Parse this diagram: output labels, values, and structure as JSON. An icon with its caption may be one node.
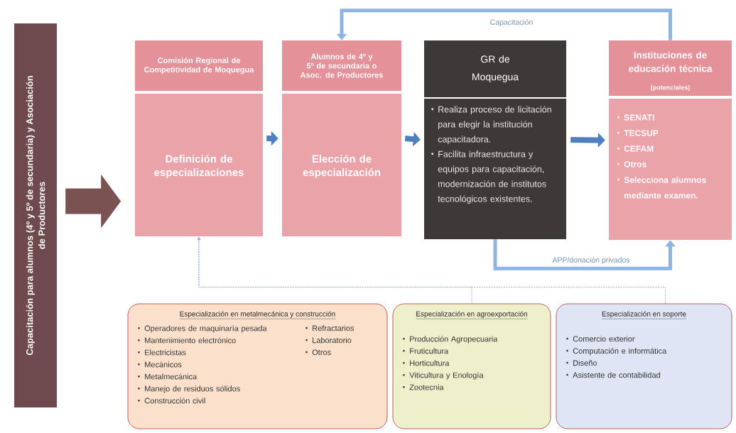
{
  "diagram": {
    "nodes": [
      {
        "text": [
          "Capacitación para alumnos (4º y 5º de secundaria) y Asociación de Productores"
        ]
      },
      {
        "text": [
          "Comisión Regional de Competitividad de Moquegua",
          "Definición de especializaciones"
        ]
      },
      {
        "text": [
          "Alumnos de 4º y 5º de secundaria o Asoc. de Productores",
          "Elección de especialización"
        ]
      },
      {
        "text": [
          "GR de Moquegua",
          "Realiza proceso de licitación para elegir la institución capacitadora.",
          "Facilita infraestructura y equipos para capacitación, modernización de institutos tecnológicos existentes."
        ]
      },
      {
        "text": [
          "Instituciones de educación técnica",
          "(potenciales)",
          "SENATI",
          "TECSUP",
          "CEFAM",
          "Otros",
          "Selecciona alumnos mediante examen."
        ]
      },
      {
        "text": [
          "Especialización en metalmecánica y construcción",
          "Operadores de maquinaría pesada",
          "Mantenimiento electrónico",
          "Electricistas",
          "Mecánicos",
          "Metalmecánica",
          "Manejo de residuos sólidos",
          "Construcción civil",
          "Refractarios",
          "Laboratorio",
          "Otros"
        ]
      },
      {
        "text": [
          "Especialización en agroexportación",
          "Producción Agropecuaria",
          "Fruticultura",
          "Horticultura",
          "Viticultura y Enología",
          "Zootecnia"
        ]
      },
      {
        "text": [
          "Especialización en soporte",
          "Comercio exterior",
          "Computación e informática",
          "Diseño",
          "Asistente de contabilidad"
        ]
      }
    ],
    "edges": [
      {
        "from": 0,
        "to": null,
        "arrow": "to",
        "style": "thick",
        "color": "#7a5252"
      },
      {
        "from": 1,
        "to": 2,
        "arrow": "to"
      },
      {
        "from": 2,
        "to": 3,
        "arrow": "to"
      },
      {
        "from": 3,
        "to": 4,
        "arrow": "to"
      },
      {
        "from": 4,
        "to": 2,
        "arrow": "to",
        "label": "Capacitación",
        "color": "#8db4e2"
      },
      {
        "from": 3,
        "to": 4,
        "arrow": "to",
        "label": "APP/donación privados",
        "color": "#8db4e2"
      },
      {
        "from": 6,
        "to": 1,
        "arrow": "to",
        "style": "dashed",
        "color": "#9fb4d6"
      },
      {
        "from": 7,
        "to": 1,
        "arrow": "to",
        "style": "dashed",
        "color": "#9fb4d6"
      }
    ]
  }
}
